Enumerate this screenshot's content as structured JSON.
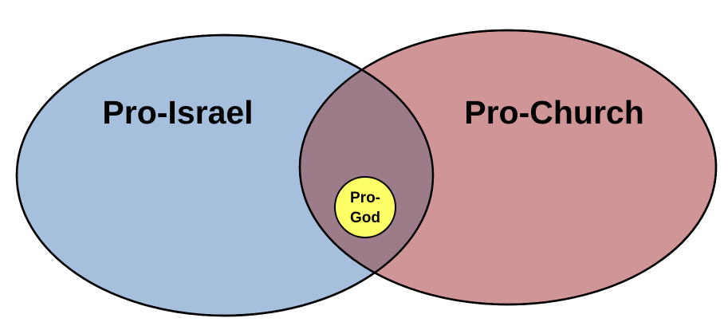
{
  "sets": [
    {
      "id": "israel",
      "label": "Pro-Israel",
      "fill": "#a6bfdc"
    },
    {
      "id": "church",
      "label": "Pro-Church",
      "fill": "#b65c5f"
    }
  ],
  "center": {
    "label_line1": "Pro-",
    "label_line2": "God",
    "fill": "#ffff66"
  },
  "colors": {
    "outline": "#000000",
    "overlap": "#9d7c8a"
  }
}
